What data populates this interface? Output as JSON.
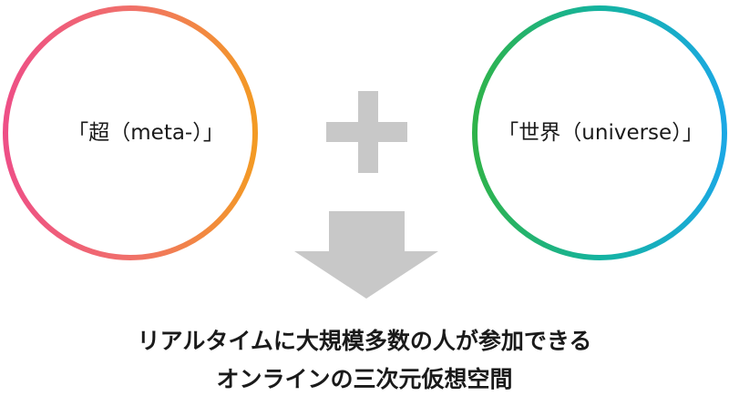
{
  "circles": {
    "left": {
      "label": "「超（meta-）」",
      "gradient": [
        "#ee4f86",
        "#f0706a",
        "#f39a24"
      ]
    },
    "right": {
      "label": "「世界（universe）」",
      "gradient": [
        "#2fb34a",
        "#14b3a0",
        "#1ba8e4"
      ]
    }
  },
  "operator": {
    "icon": "plus-icon",
    "color": "#c8c8c8"
  },
  "result": {
    "icon": "down-arrow-icon",
    "color": "#c8c8c8"
  },
  "caption": {
    "line1": "リアルタイムに大規模多数の人が参加できる",
    "line2": "オンラインの三次元仮想空間"
  }
}
